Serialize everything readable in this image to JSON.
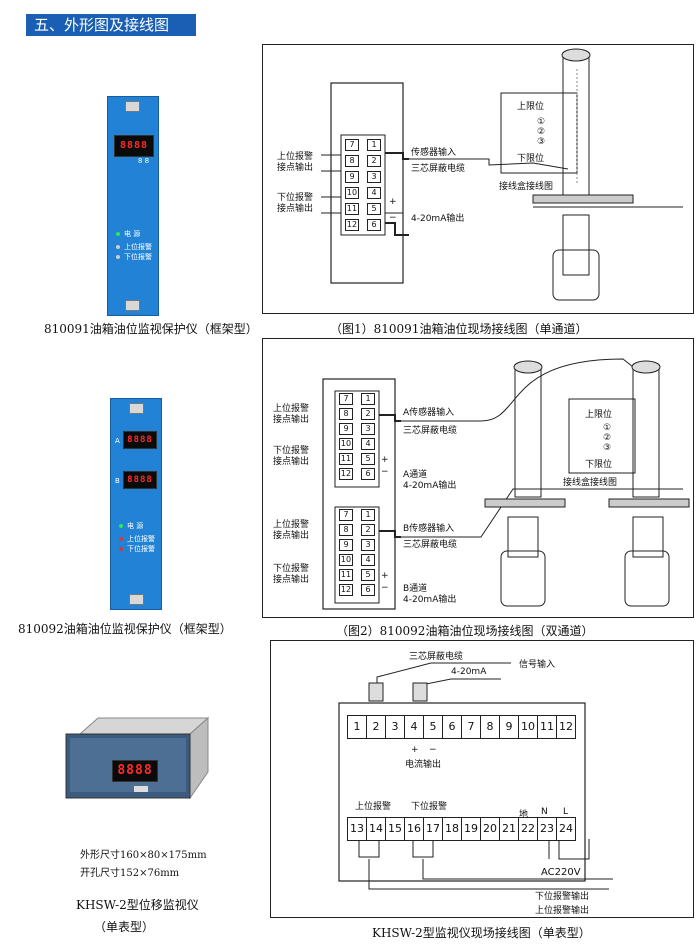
{
  "section_title": "五、外形图及接线图",
  "panel1": {
    "display": "8888",
    "display_sub": "8 8",
    "power": "电  源",
    "upper_alarm": "上位报警",
    "lower_alarm": "下位报警",
    "caption": "810091油箱油位监视保护仪（框架型）"
  },
  "diagram1": {
    "upper_alarm_out": [
      "上位报警",
      "接点输出"
    ],
    "lower_alarm_out": [
      "下位报警",
      "接点输出"
    ],
    "sensor_input": "传感器输入",
    "cable": "三芯屏蔽电缆",
    "ma_out": "4-20mA输出",
    "plus": "+",
    "minus": "−",
    "box_upper": "上限位",
    "box_lower": "下限位",
    "box_nums": [
      "①",
      "②",
      "③"
    ],
    "junction_box": "接线盒接线图",
    "caption": "（图1）810091油箱油位现场接线图（单通道）"
  },
  "panel2": {
    "display_a": "8888",
    "display_b": "8888",
    "label_a": "A",
    "label_b": "B",
    "power": "电  源",
    "upper_alarm": "上位报警",
    "lower_alarm": "下位报警",
    "caption": "810092油箱油位监视保护仪（框架型）"
  },
  "diagram2": {
    "upper_alarm_out": [
      "上位报警",
      "接点输出"
    ],
    "lower_alarm_out": [
      "下位报警",
      "接点输出"
    ],
    "sensor_a": "A传感器输入",
    "sensor_b": "B传感器输入",
    "cable": "三芯屏蔽电缆",
    "ch_a": [
      "A通道",
      "4-20mA输出"
    ],
    "ch_b": [
      "B通道",
      "4-20mA输出"
    ],
    "box_upper": "上限位",
    "box_lower": "下限位",
    "box_nums": [
      "①",
      "②",
      "③"
    ],
    "junction_box": "接线盒接线图",
    "caption": "（图2）810092油箱油位现场接线图（双通道）"
  },
  "khsw": {
    "display": "8888",
    "size_outer": "外形尺寸160×80×175mm",
    "size_cut": "开孔尺寸152×76mm",
    "name": "KHSW-2型位移监视仪",
    "sub": "（单表型）"
  },
  "diagram3": {
    "cable": "三芯屏蔽电缆",
    "signal_in": "信号输入",
    "ma": "4-20mA",
    "top_terminals": [
      "1",
      "2",
      "3",
      "4",
      "5",
      "6",
      "7",
      "8",
      "9",
      "10",
      "11",
      "12"
    ],
    "plus": "+",
    "minus": "−",
    "current_out": "电流输出",
    "upper_alarm": "上位报警",
    "lower_alarm": "下位报警",
    "ground": "地",
    "n": "N",
    "l": "L",
    "bottom_terminals": [
      "13",
      "14",
      "15",
      "16",
      "17",
      "18",
      "19",
      "20",
      "21",
      "22",
      "23",
      "24"
    ],
    "ac": "AC220V",
    "lower_alarm_out": "下位报警输出",
    "upper_alarm_out": "上位报警输出",
    "caption": "KHSW-2型监视仪现场接线图（单表型）"
  },
  "colors": {
    "accent": "#1a5fb4",
    "panel": "#2283d6",
    "led": "#ff2a2a"
  }
}
